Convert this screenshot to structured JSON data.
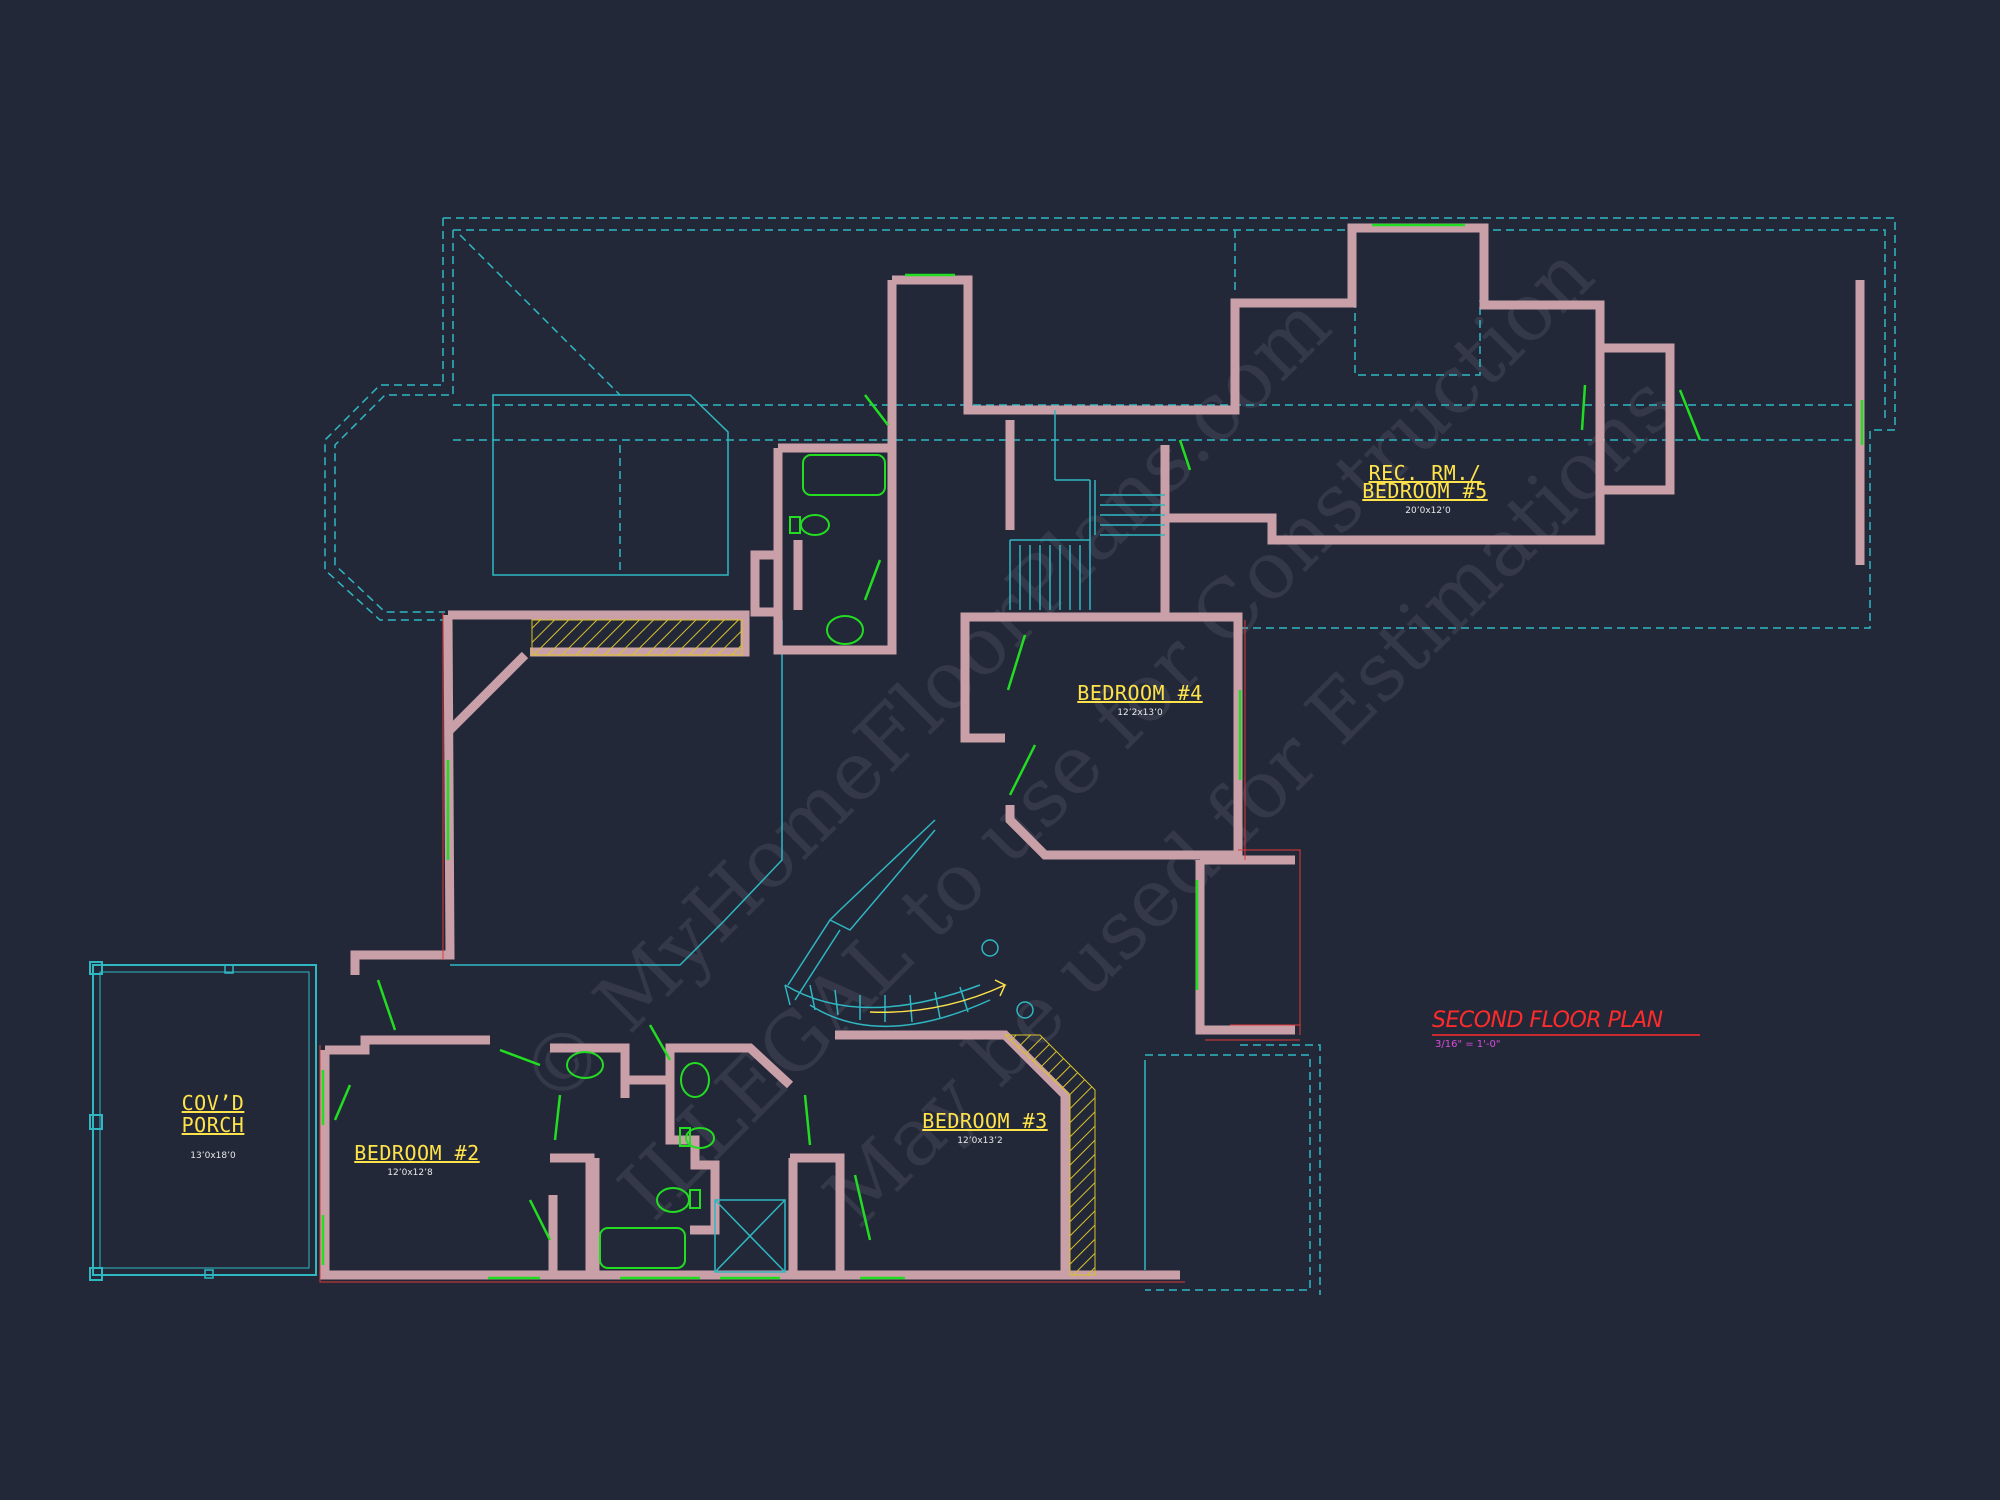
{
  "rooms": {
    "rec_room": {
      "name_line1": "REC. RM./",
      "name_line2": "BEDROOM #5",
      "size": "20’0x12’0"
    },
    "bedroom4": {
      "name": "BEDROOM #4",
      "size": "12’2x13’0"
    },
    "bedroom3": {
      "name": "BEDROOM #3",
      "size": "12’0x13’2"
    },
    "bedroom2": {
      "name": "BEDROOM #2",
      "size": "12’0x12’8"
    },
    "porch": {
      "name_line1": "COV’D",
      "name_line2": "PORCH",
      "size": "13’0x18’0"
    }
  },
  "title_block": {
    "title": "SECOND FLOOR PLAN",
    "scale": "3/16\" = 1'-0\""
  },
  "watermark": {
    "line1": "© MyHomeFloorPlans.com",
    "line2": "ILLEGAL to use for Construction",
    "line3": "May be used for Estimations"
  },
  "colors": {
    "background": "#232838",
    "wall": "#c9a0a8",
    "wall_outline": "#e03a3a",
    "window_door": "#22dd22",
    "roof_dashed": "#2fb7c2",
    "label_yellow": "#ffe34a",
    "title_red": "#ff2b2b",
    "scale_magenta": "#d94cd9",
    "stair": "#2fb7c2",
    "hatch": "#d9c22a"
  }
}
